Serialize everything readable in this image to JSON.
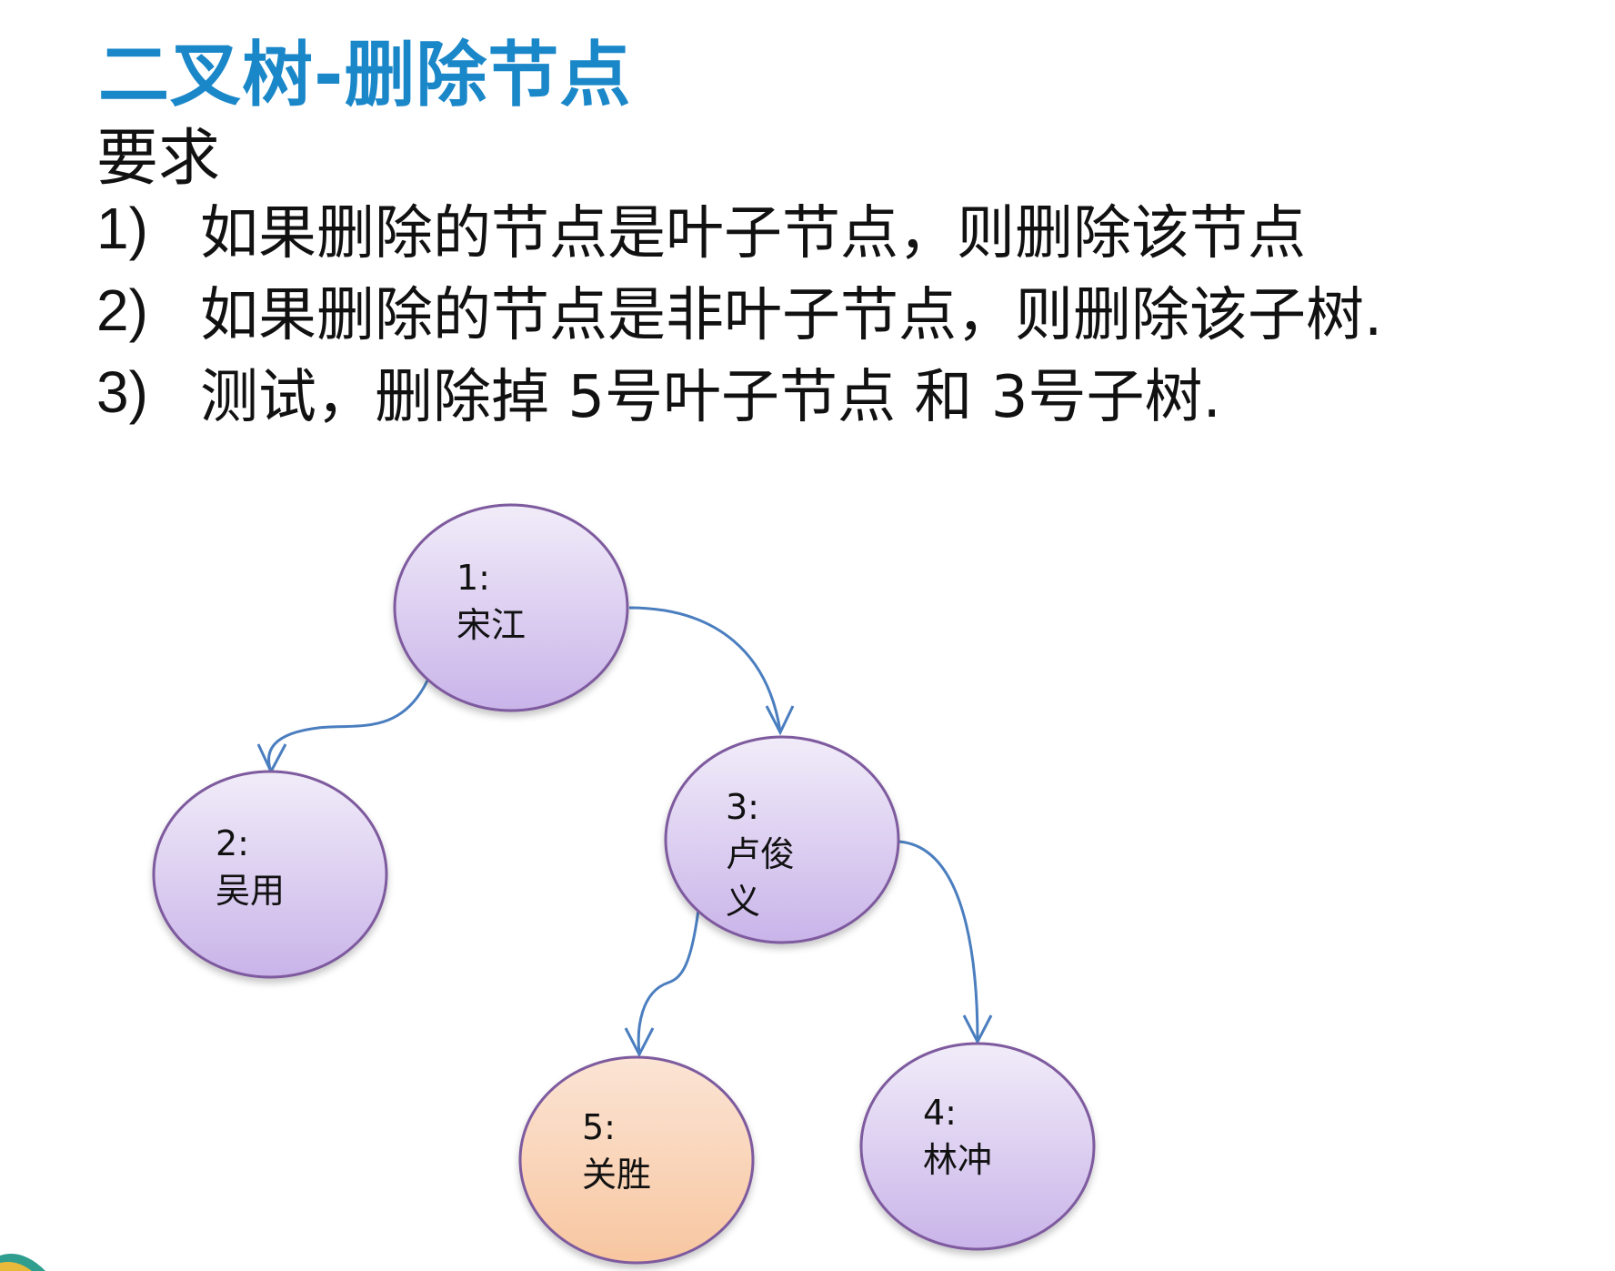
{
  "title": "二叉树-删除节点",
  "subtitle": "要求",
  "requirements": [
    {
      "num": "1)",
      "text": "如果删除的节点是叶子节点，则删除该节点"
    },
    {
      "num": "2)",
      "text": "如果删除的节点是非叶子节点，则删除该子树."
    },
    {
      "num": "3)",
      "text": "测试，删除掉 5号叶子节点 和 3号子树."
    }
  ],
  "tree": {
    "nodes": [
      {
        "id": "1",
        "label": "1:",
        "name": "宋江",
        "highlighted": false
      },
      {
        "id": "2",
        "label": "2:",
        "name": "吴用",
        "highlighted": false
      },
      {
        "id": "3",
        "label": "3:",
        "name_line1": "卢俊",
        "name_line2": "义",
        "highlighted": false
      },
      {
        "id": "5",
        "label": "5:",
        "name": "关胜",
        "highlighted": true
      },
      {
        "id": "4",
        "label": "4:",
        "name": "林冲",
        "highlighted": false
      }
    ],
    "edges": [
      {
        "from": "1",
        "to": "2"
      },
      {
        "from": "1",
        "to": "3"
      },
      {
        "from": "3",
        "to": "5"
      },
      {
        "from": "3",
        "to": "4"
      }
    ],
    "colors": {
      "node_fill_top": "#f1ecf9",
      "node_fill_bottom": "#c9b4e9",
      "node_stroke": "#7e5a9e",
      "highlight_fill_top": "#fbe4d4",
      "highlight_fill_bottom": "#f8c6a0",
      "highlight_stroke": "#7e5a9e",
      "edge": "#4a7ebf"
    }
  }
}
